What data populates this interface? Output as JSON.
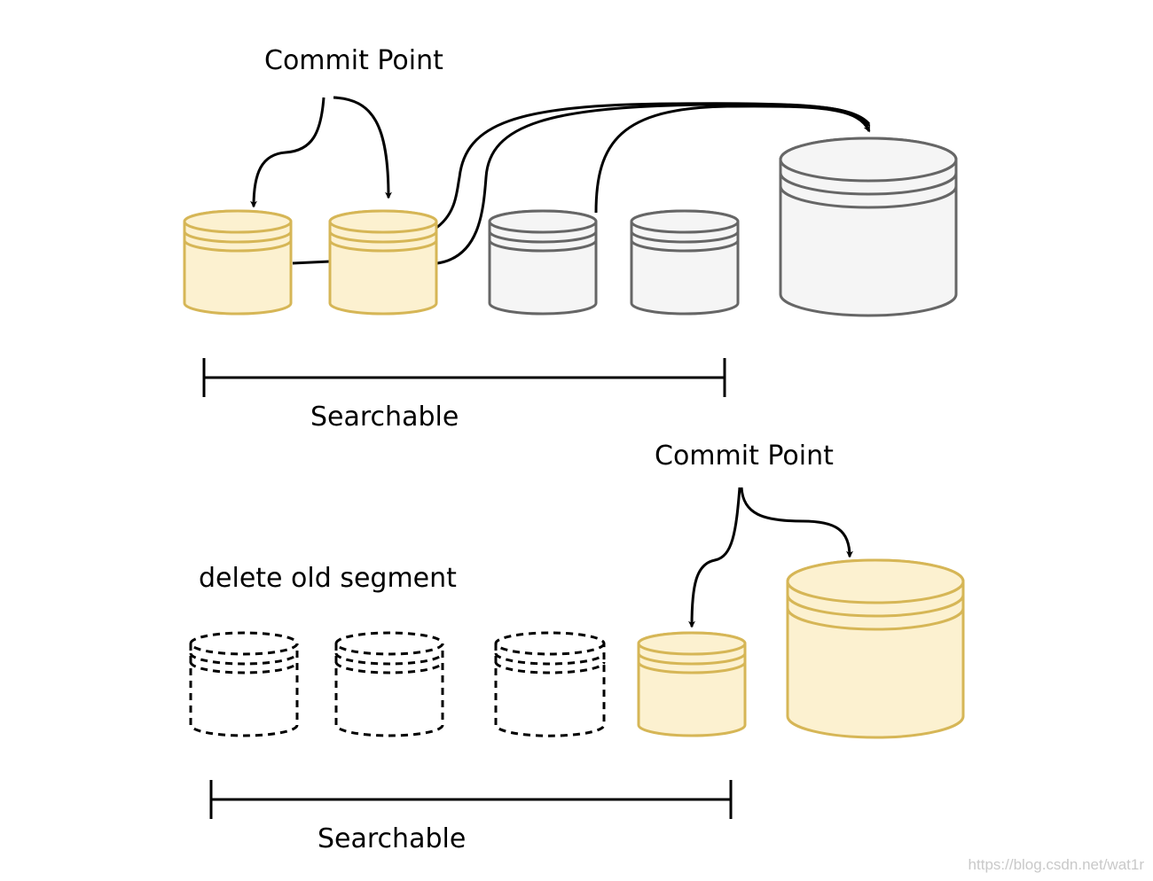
{
  "labels": {
    "commit_point_top": "Commit Point",
    "searchable_top": "Searchable",
    "commit_point_bottom": "Commit Point",
    "delete_old_segment": "delete old segment",
    "searchable_bottom": "Searchable"
  },
  "watermark": "https://blog.csdn.net/wat1r",
  "colors": {
    "committed_fill": "#fcf1d0",
    "committed_stroke": "#d6b656",
    "uncommitted_fill": "#f5f5f5",
    "uncommitted_stroke": "#666666",
    "line": "#000000"
  }
}
